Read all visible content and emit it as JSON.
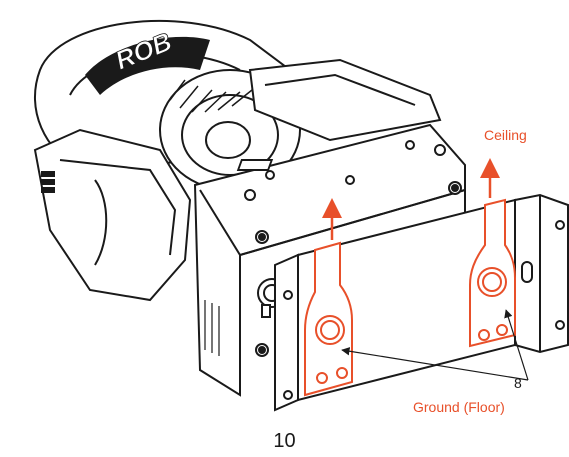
{
  "figure": {
    "logo_text": "ROB",
    "label_ceiling": "Ceiling",
    "label_ground": "Ground (Floor)",
    "callout_number": "8",
    "accent_color": "#e8502a",
    "line_color": "#1a1a1a"
  },
  "page": {
    "number": "10"
  }
}
